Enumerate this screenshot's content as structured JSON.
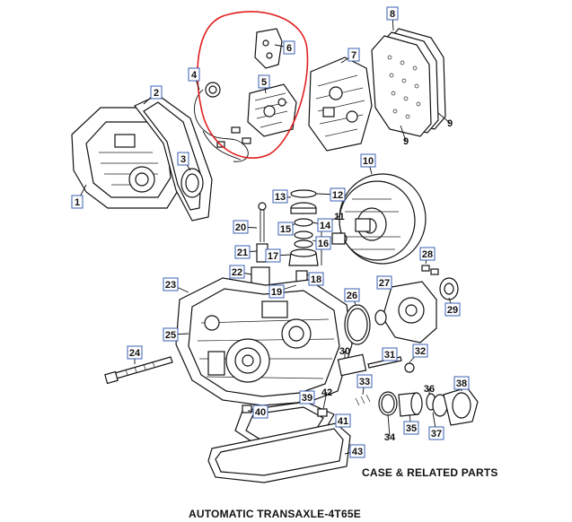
{
  "captions": {
    "section": "CASE  & RELATED PARTS",
    "title": "AUTOMATIC TRANSAXLE-4T65E"
  },
  "colors": {
    "callout_border": "#3a5fb0",
    "highlight_circle": "#e02020",
    "line": "#111111"
  },
  "callouts": [
    {
      "label": "1"
    },
    {
      "label": "2"
    },
    {
      "label": "3"
    },
    {
      "label": "4"
    },
    {
      "label": "5"
    },
    {
      "label": "6"
    },
    {
      "label": "7"
    },
    {
      "label": "8"
    },
    {
      "label": "9"
    },
    {
      "label": "9"
    },
    {
      "label": "10"
    },
    {
      "label": "11"
    },
    {
      "label": "12"
    },
    {
      "label": "13"
    },
    {
      "label": "14"
    },
    {
      "label": "15"
    },
    {
      "label": "16"
    },
    {
      "label": "17"
    },
    {
      "label": "18"
    },
    {
      "label": "19"
    },
    {
      "label": "20"
    },
    {
      "label": "21"
    },
    {
      "label": "22"
    },
    {
      "label": "23"
    },
    {
      "label": "24"
    },
    {
      "label": "25"
    },
    {
      "label": "26"
    },
    {
      "label": "27"
    },
    {
      "label": "28"
    },
    {
      "label": "29"
    },
    {
      "label": "30"
    },
    {
      "label": "31"
    },
    {
      "label": "32"
    },
    {
      "label": "33"
    },
    {
      "label": "34"
    },
    {
      "label": "35"
    },
    {
      "label": "36"
    },
    {
      "label": "37"
    },
    {
      "label": "38"
    },
    {
      "label": "39"
    },
    {
      "label": "40"
    },
    {
      "label": "41"
    },
    {
      "label": "42"
    },
    {
      "label": "43"
    }
  ]
}
